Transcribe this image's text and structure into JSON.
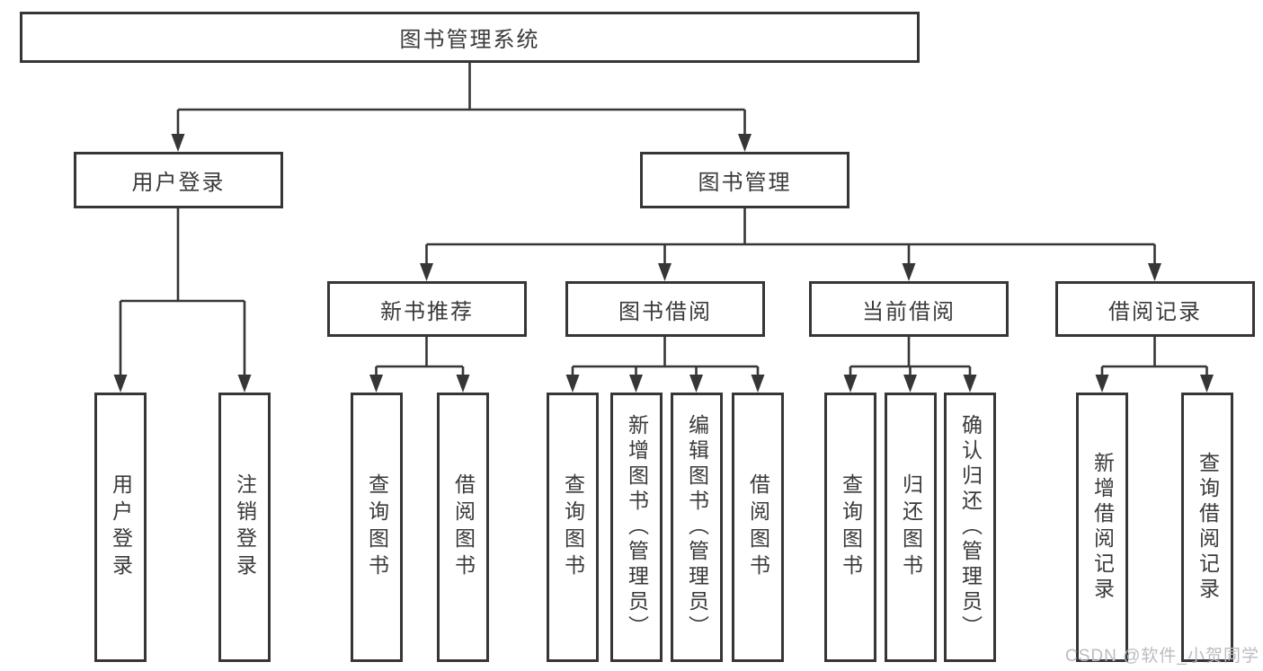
{
  "diagram": {
    "root": {
      "label": "图书管理系统"
    },
    "branches": [
      {
        "label": "用户登录",
        "children": [
          {
            "label": "用户登录"
          },
          {
            "label": "注销登录"
          }
        ]
      },
      {
        "label": "图书管理",
        "children": [
          {
            "label": "新书推荐",
            "children": [
              {
                "label": "查询图书"
              },
              {
                "label": "借阅图书"
              }
            ]
          },
          {
            "label": "图书借阅",
            "children": [
              {
                "label": "查询图书"
              },
              {
                "label": "新增图书（管理员）"
              },
              {
                "label": "编辑图书（管理员）"
              },
              {
                "label": "借阅图书"
              }
            ]
          },
          {
            "label": "当前借阅",
            "children": [
              {
                "label": "查询图书"
              },
              {
                "label": "归还图书"
              },
              {
                "label": "确认归还（管理员）"
              }
            ]
          },
          {
            "label": "借阅记录",
            "children": [
              {
                "label": "新增借阅记录"
              },
              {
                "label": "查询借阅记录"
              }
            ]
          }
        ]
      }
    ],
    "watermark": "CSDN @软件_小贺同学",
    "colors": {
      "line": "#363636",
      "text": "#3a3a3a",
      "background": "#ffffff",
      "watermark": "#b9bcc0"
    }
  }
}
